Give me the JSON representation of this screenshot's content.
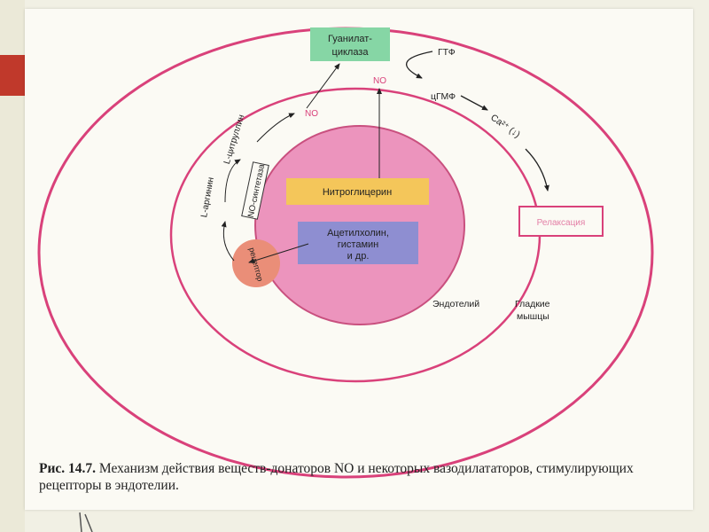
{
  "diagram": {
    "guanylate_cyclase_line1": "Гуанилат-",
    "guanylate_cyclase_line2": "циклаза",
    "gtf": "ГТФ",
    "cgmf": "цГМФ",
    "calcium": "Ca²⁺ (↓)",
    "no_top": "NO",
    "no_left": "NO",
    "relaxation": "Релаксация",
    "l_citrulline": "L-цитруллин",
    "l_arginine": "L-аргинин",
    "no_synthase": "NO-синтетаза",
    "nitroglycerin": "Нитроглицерин",
    "acetylcholine_line1": "Ацетилхолин,",
    "acetylcholine_line2": "гистамин",
    "acetylcholine_line3": "и др.",
    "receptor": "рецептор",
    "endothelium": "Эндотелий",
    "smooth_muscle_line1": "Гладкие",
    "smooth_muscle_line2": "мышцы"
  },
  "caption": {
    "figure_label": "Рис. 14.7.",
    "text": "Механизм действия веществ-донаторов NO и некоторых вазодилататоров, стимулирующих рецепторы в эндотелии."
  },
  "colors": {
    "ring_outer": "#d9417a",
    "lumen_fill": "#ec94bd",
    "cyclase_fill": "#86d6a5",
    "nitroglycerin_fill": "#f4c65a",
    "acetylcholine_fill": "#8e8ed1",
    "receptor_fill": "#ea8e78",
    "accent": "#c0392b"
  }
}
